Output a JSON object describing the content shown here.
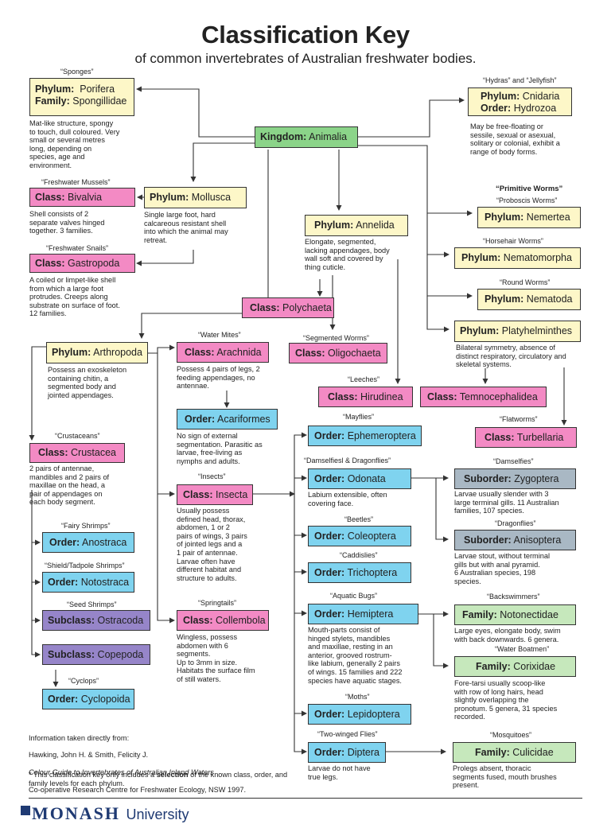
{
  "title": "Classification Key",
  "subtitle": "of common invertebrates of Australian freshwater bodies.",
  "kingdom": {
    "rank": "Kingdom:",
    "name": "Animalia"
  },
  "porifera": {
    "caption": "“Sponges”",
    "phylum_rank": "Phylum:",
    "phylum": "Porifera",
    "family_rank": "Family:",
    "family": "Spongillidae",
    "desc": "Mat-like structure, spongy\nto touch, dull coloured. Very\nsmall or several metres\nlong, depending on\nspecies, age and\nenvironment."
  },
  "cnidaria": {
    "caption": "“Hydras” and “Jellyfish”",
    "phylum_rank": "Phylum:",
    "phylum": "Cnidaria",
    "order_rank": "Order:",
    "order": "Hydrozoa",
    "desc": "May be free-floating or\nsessile, sexual or asexual,\nsolitary or colonial, exhibit a\nrange of body forms."
  },
  "mollusca": {
    "rank": "Phylum:",
    "name": "Mollusca",
    "desc": "Single large foot, hard\ncalcareous resistant shell\ninto which the animal may\nretreat."
  },
  "bivalvia": {
    "caption": "“Freshwater Mussels”",
    "rank": "Class:",
    "name": "Bivalvia",
    "desc": "Shell consists of 2\nseparate valves hinged\ntogether. 3 families."
  },
  "gastropoda": {
    "caption": "“Freshwater Snails”",
    "rank": "Class:",
    "name": "Gastropoda",
    "desc": "A coiled or limpet-like shell\nfrom which a large foot\nprotrudes. Creeps along\nsubstrate on surface of foot.\n12 families."
  },
  "annelida": {
    "rank": "Phylum:",
    "name": "Annelida",
    "desc": "Elongate, segmented,\nlacking appendages, body\nwall soft and covered by\nthing cuticle."
  },
  "polychaeta": {
    "rank": "Class:",
    "name": "Polychaeta"
  },
  "oligochaeta": {
    "caption": "“Segmented Worms”",
    "rank": "Class:",
    "name": "Oligochaeta"
  },
  "hirudinea": {
    "caption": "“Leeches”",
    "rank": "Class:",
    "name": "Hirudinea"
  },
  "primitive_heading": "“Primitive Worms”",
  "nemertea": {
    "caption": "“Proboscis Worms”",
    "rank": "Phylum:",
    "name": "Nemertea"
  },
  "nematomorpha": {
    "caption": "“Horsehair Worms”",
    "rank": "Phylum:",
    "name": "Nematomorpha"
  },
  "nematoda": {
    "caption": "“Round Worms”",
    "rank": "Phylum:",
    "name": "Nematoda"
  },
  "platyhelminthes": {
    "rank": "Phylum:",
    "name": "Platyhelminthes",
    "desc": "Bilateral symmetry, absence of\ndistinct respiratory, circulatory and\nskeletal systems."
  },
  "temnocephalidea": {
    "rank": "Class:",
    "name": "Temnocephalidea"
  },
  "turbellaria": {
    "caption": "“Flatworms”",
    "rank": "Class:",
    "name": "Turbellaria"
  },
  "arthropoda": {
    "rank": "Phylum:",
    "name": "Arthropoda",
    "desc": "Possess an exoskeleton\ncontaining chitin, a\nsegmented body and\njointed appendages."
  },
  "crustacea": {
    "caption": "“Crustaceans”",
    "rank": "Class:",
    "name": "Crustacea",
    "desc": "2 pairs of antennae,\nmandibles and 2 pairs of\nmaxillae on the head, a\npair of appendages on\neach body segment."
  },
  "anostraca": {
    "caption": "“Fairy Shrimps”",
    "rank": "Order:",
    "name": "Anostraca"
  },
  "notostraca": {
    "caption": "“Shield/Tadpole Shrimps”",
    "rank": "Order:",
    "name": "Notostraca"
  },
  "ostracoda": {
    "caption": "“Seed Shrimps”",
    "rank": "Subclass:",
    "name": "Ostracoda"
  },
  "copepoda": {
    "rank": "Subclass:",
    "name": "Copepoda"
  },
  "cyclopoida": {
    "caption": "“Cyclops”",
    "rank": "Order:",
    "name": "Cyclopoida"
  },
  "arachnida": {
    "caption": "“Water Mites”",
    "rank": "Class:",
    "name": "Arachnida",
    "desc": "Possess 4 pairs of legs, 2\nfeeding appendages, no\nantennae."
  },
  "acariformes": {
    "rank": "Order:",
    "name": "Acariformes",
    "desc": "No sign of external\nsegmentation. Parasitic as\nlarvae, free-living as\nnymphs and adults."
  },
  "insecta": {
    "caption": "“Insects”",
    "rank": "Class:",
    "name": "Insecta",
    "desc": "Usually possess\ndefined head, thorax,\nabdomen, 1 or 2\npairs of wings, 3 pairs\nof jointed legs and a\n1 pair of antennae.\nLarvae often have\ndifferent habitat and\nstructure to adults."
  },
  "collembola": {
    "caption": "“Springtails”",
    "rank": "Class:",
    "name": "Collembola",
    "desc": "Wingless, possess\nabdomen with 6\nsegments.\nUp to 3mm in size.\nHabitats the surface film\nof still waters."
  },
  "ephemeroptera": {
    "caption": "“Mayflies”",
    "rank": "Order:",
    "name": "Ephemeroptera"
  },
  "odonata": {
    "caption": "“Damselfiesl & Dragonflies”",
    "rank": "Order:",
    "name": "Odonata",
    "desc": "Labium extensible, often\ncovering face."
  },
  "coleoptera": {
    "caption": "“Beetles”",
    "rank": "Order:",
    "name": "Coleoptera"
  },
  "trichoptera": {
    "caption": "“Caddislies”",
    "rank": "Order:",
    "name": "Trichoptera"
  },
  "hemiptera": {
    "caption": "“Aquatic Bugs”",
    "rank": "Order:",
    "name": "Hemiptera",
    "desc": "Mouth-parts consist of\nhinged stylets, mandibles\nand maxillae, resting in an\nanterior, grooved rostrum-\nlike labium, generally 2 pairs\nof wings. 15 families and 222\nspecies have aquatic stages."
  },
  "lepidoptera": {
    "caption": "“Moths”",
    "rank": "Order:",
    "name": "Lepidoptera"
  },
  "diptera": {
    "caption": "“Two-winged Flies”",
    "rank": "Order:",
    "name": "Diptera",
    "desc": "Larvae do not have\ntrue legs."
  },
  "zygoptera": {
    "caption": "“Damselfies”",
    "rank": "Suborder:",
    "name": "Zygoptera",
    "desc": "Larvae usually slender with 3\nlarge terminal gills. 11 Australian\nfamilies, 107 species."
  },
  "anisoptera": {
    "caption": "“Dragonflies”",
    "rank": "Suborder:",
    "name": "Anisoptera",
    "desc": "Larvae stout, without terminal\ngills but with anal pyramid.\n6 Australian species, 198\nspecies."
  },
  "notonectidae": {
    "caption": "“Backswimmers”",
    "rank": "Family:",
    "name": "Notonectidae",
    "desc": "Large eyes, elongate body, swim\nwith back downwards. 6 genera."
  },
  "corixidae": {
    "caption": "“Water Boatmen”",
    "rank": "Family:",
    "name": "Corixidae",
    "desc": "Fore-tarsi usually scoop-like\nwith row of long hairs, head\nslightly overlapping the\npronotum. 5 genera, 31 species\nrecorded."
  },
  "culicidae": {
    "caption": "“Mosquitoes”",
    "rank": "Family:",
    "name": "Culicidae",
    "desc": "Prolegs absent, thoracic\nsegments fused, mouth brushes\npresent."
  },
  "references": {
    "line1": "Information taken directly from:",
    "line2": "Hawking, John H. & Smith, Felicity J.",
    "line3": "Colour Guide to Invertebrates of Australian Inland Waters",
    "line4": "Co-operative Research Centre for Freshwater Ecology, NSW 1997."
  },
  "note": {
    "before": "* This classification key only includes a ",
    "bold": "selection",
    "after": " of the known class, order, and family levels for each phylum."
  },
  "logo": {
    "word": "MONASH",
    "suffix": "University"
  },
  "colors": {
    "line": "#333333",
    "cream": "#fdf7c8",
    "pink": "#f38ac4",
    "blue": "#7fd3ef",
    "purple": "#9685c9",
    "grey": "#a9b8c4",
    "green": "#c6e8bc",
    "kingdom": "#8bd489"
  }
}
